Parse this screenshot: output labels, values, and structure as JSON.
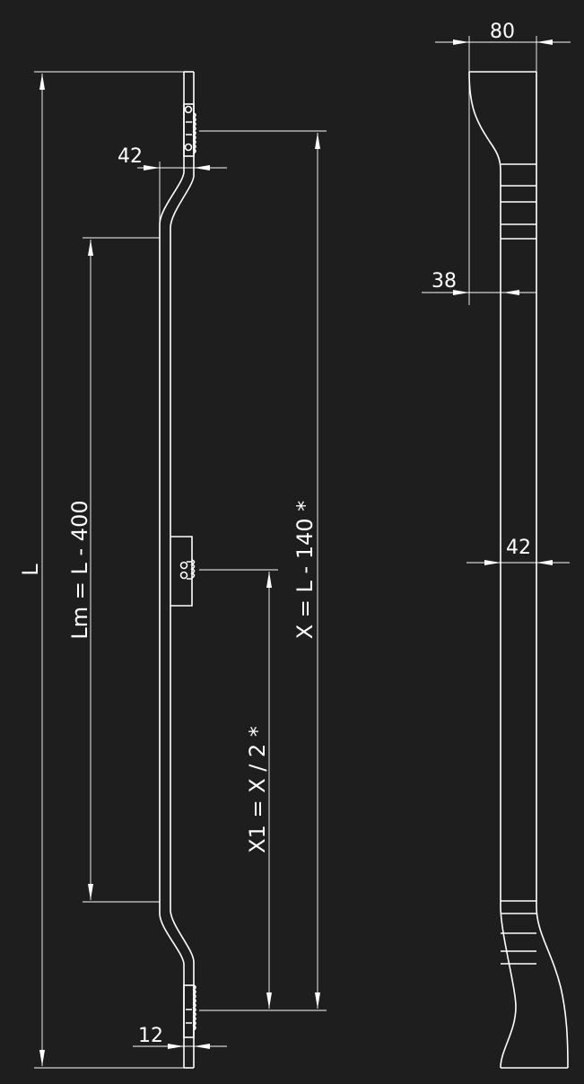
{
  "colors": {
    "background": "#1e1e1e",
    "line": "#ffffff"
  },
  "side_view": {
    "dim_total_length": "L",
    "dim_middle_length": "Lm = L - 400",
    "dim_x": "X = L - 140 *",
    "dim_x1": "X1 = X / 2 *",
    "dim_offset_top": "42",
    "dim_thickness_bottom": "12"
  },
  "front_view": {
    "dim_head_width": "80",
    "dim_neck_width": "38",
    "dim_shaft_width": "42"
  }
}
